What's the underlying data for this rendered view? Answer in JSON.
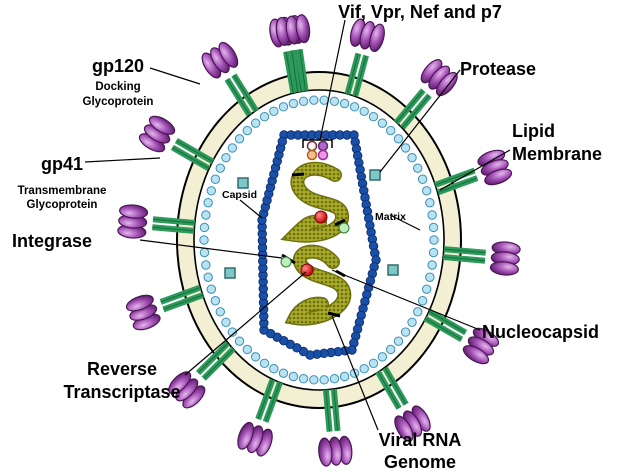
{
  "labels": {
    "vif_vpr": "Vif, Vpr, Nef and p7",
    "protease": "Protease",
    "gp120": "gp120",
    "gp120_sub1": "Docking",
    "gp120_sub2": "Glycoprotein",
    "lipid1": "Lipid",
    "lipid2": "Membrane",
    "gp41": "gp41",
    "gp41_sub1": "Transmembrane",
    "gp41_sub2": "Glycoprotein",
    "capsid": "Capsid",
    "matrix": "Matrix",
    "integrase": "Integrase",
    "nucleocapsid": "Nucleocapsid",
    "rt1": "Reverse",
    "rt2": "Transcriptase",
    "rna1": "Viral RNA",
    "rna2": "Genome"
  },
  "colors": {
    "lipid_fill": "#f2efd2",
    "matrix_bead": "#b9e3f2",
    "capsid_bead": "#1a4fa8",
    "spike_stem": "#2c9a5a",
    "spike_head": "#a24fb3",
    "rna": "#8d8f1a",
    "enzyme_red": "#e01818",
    "enzyme_green": "#bfeebc",
    "protease_square": "#7fc6c7"
  }
}
